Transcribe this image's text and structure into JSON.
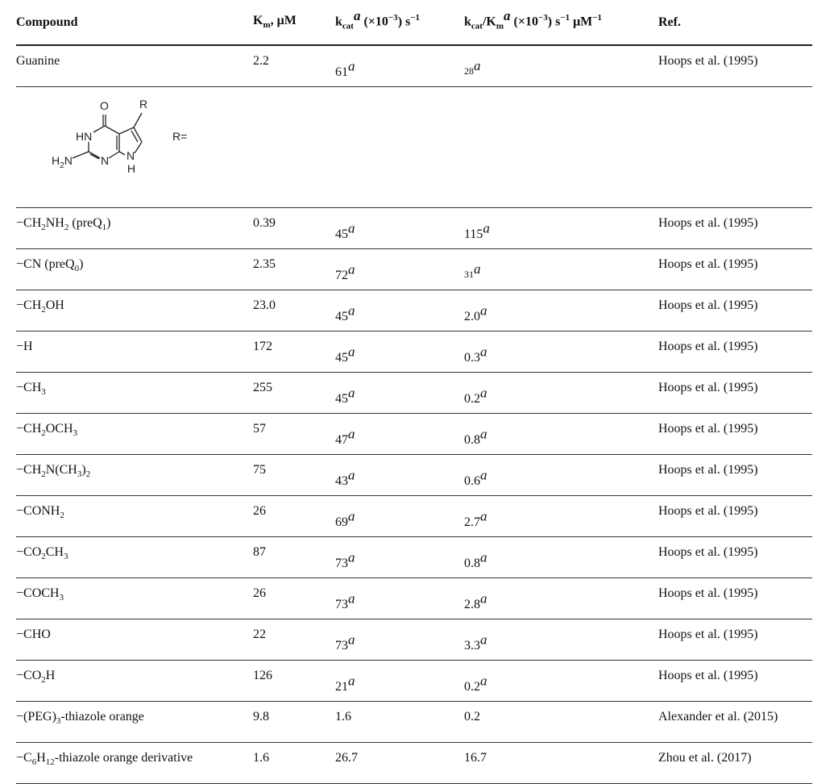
{
  "header": {
    "compound": "Compound",
    "km_main": "K",
    "km_sub": "m",
    "km_unit": ", μM",
    "kcat_main": "k",
    "kcat_sub": "cat",
    "kcat_sup": "a",
    "kcat_unit": " (×10",
    "kcat_exp": "−3",
    "kcat_unit2": ") s",
    "kcat_s_exp": "−1",
    "ratio_main": "k",
    "ratio_sub": "cat",
    "ratio_slash": "/K",
    "ratio_sub2": "m",
    "ratio_sup": "a",
    "ratio_unit": " (×10",
    "ratio_exp": "−3",
    "ratio_unit2": ") s",
    "ratio_s_exp": "−1",
    "ratio_unit3": " μM",
    "ratio_m_exp": "−1",
    "ref": "Ref."
  },
  "footnote_mark": "a",
  "structure": {
    "atoms": [
      "O",
      "R",
      "HN",
      "R=",
      "H",
      "N",
      "N",
      "H",
      "N"
    ],
    "label_r_eq": "R="
  },
  "rows": [
    {
      "compound_parts": [
        "Guanine"
      ],
      "km": "2.2",
      "kcat": "61",
      "ratio": "28",
      "ratio_small": true,
      "ref": "Hoops et al. (1995)"
    },
    {
      "compound_parts": [
        "−CH",
        "2",
        "NH",
        "2",
        " (preQ",
        "1",
        ")"
      ],
      "km": "0.39",
      "kcat": "45",
      "ratio": "115",
      "ref": "Hoops et al. (1995)"
    },
    {
      "compound_parts": [
        "−CN (preQ",
        "0",
        ")"
      ],
      "km": "2.35",
      "kcat": "72",
      "ratio": "31",
      "ratio_small": true,
      "ref": "Hoops et al. (1995)"
    },
    {
      "compound_parts": [
        "−CH",
        "2",
        "OH"
      ],
      "km": "23.0",
      "kcat": "45",
      "ratio": "2.0",
      "ref": "Hoops et al. (1995)"
    },
    {
      "compound_parts": [
        "−H"
      ],
      "km": "172",
      "kcat": "45",
      "ratio": "0.3",
      "ref": "Hoops et al. (1995)"
    },
    {
      "compound_parts": [
        "−CH",
        "3"
      ],
      "km": "255",
      "kcat": "45",
      "ratio": "0.2",
      "ref": "Hoops et al. (1995)"
    },
    {
      "compound_parts": [
        "−CH",
        "2",
        "OCH",
        "3"
      ],
      "km": "57",
      "kcat": "47",
      "ratio": "0.8",
      "ref": "Hoops et al. (1995)"
    },
    {
      "compound_parts": [
        "−CH",
        "2",
        "N(CH",
        "3",
        ")",
        "2"
      ],
      "km": "75",
      "kcat": "43",
      "ratio": "0.6",
      "ref": "Hoops et al. (1995)"
    },
    {
      "compound_parts": [
        "−CONH",
        "2"
      ],
      "km": "26",
      "kcat": "69",
      "ratio": "2.7",
      "ref": "Hoops et al. (1995)"
    },
    {
      "compound_parts": [
        "−CO",
        "2",
        "CH",
        "3"
      ],
      "km": "87",
      "kcat": "73",
      "ratio": "0.8",
      "ref": "Hoops et al. (1995)"
    },
    {
      "compound_parts": [
        "−COCH",
        "3"
      ],
      "km": "26",
      "kcat": "73",
      "ratio": "2.8",
      "ref": "Hoops et al. (1995)"
    },
    {
      "compound_parts": [
        "−CHO"
      ],
      "km": "22",
      "kcat": "73",
      "ratio": "3.3",
      "ref": "Hoops et al. (1995)"
    },
    {
      "compound_parts": [
        "−CO",
        "2",
        "H"
      ],
      "km": "126",
      "kcat": "21",
      "ratio": "0.2",
      "ref": "Hoops et al. (1995)"
    },
    {
      "compound_parts": [
        "−(PEG)",
        "3",
        "-thiazole orange"
      ],
      "km": "9.8",
      "kcat": "1.6",
      "ratio": "0.2",
      "plain": true,
      "ref": "Alexander et al. (2015)"
    },
    {
      "compound_parts": [
        "−C",
        "6",
        "H",
        "12",
        "-thiazole orange derivative"
      ],
      "km": "1.6",
      "kcat": "26.7",
      "ratio": "16.7",
      "plain": true,
      "ref": "Zhou et al. (2017)"
    }
  ]
}
